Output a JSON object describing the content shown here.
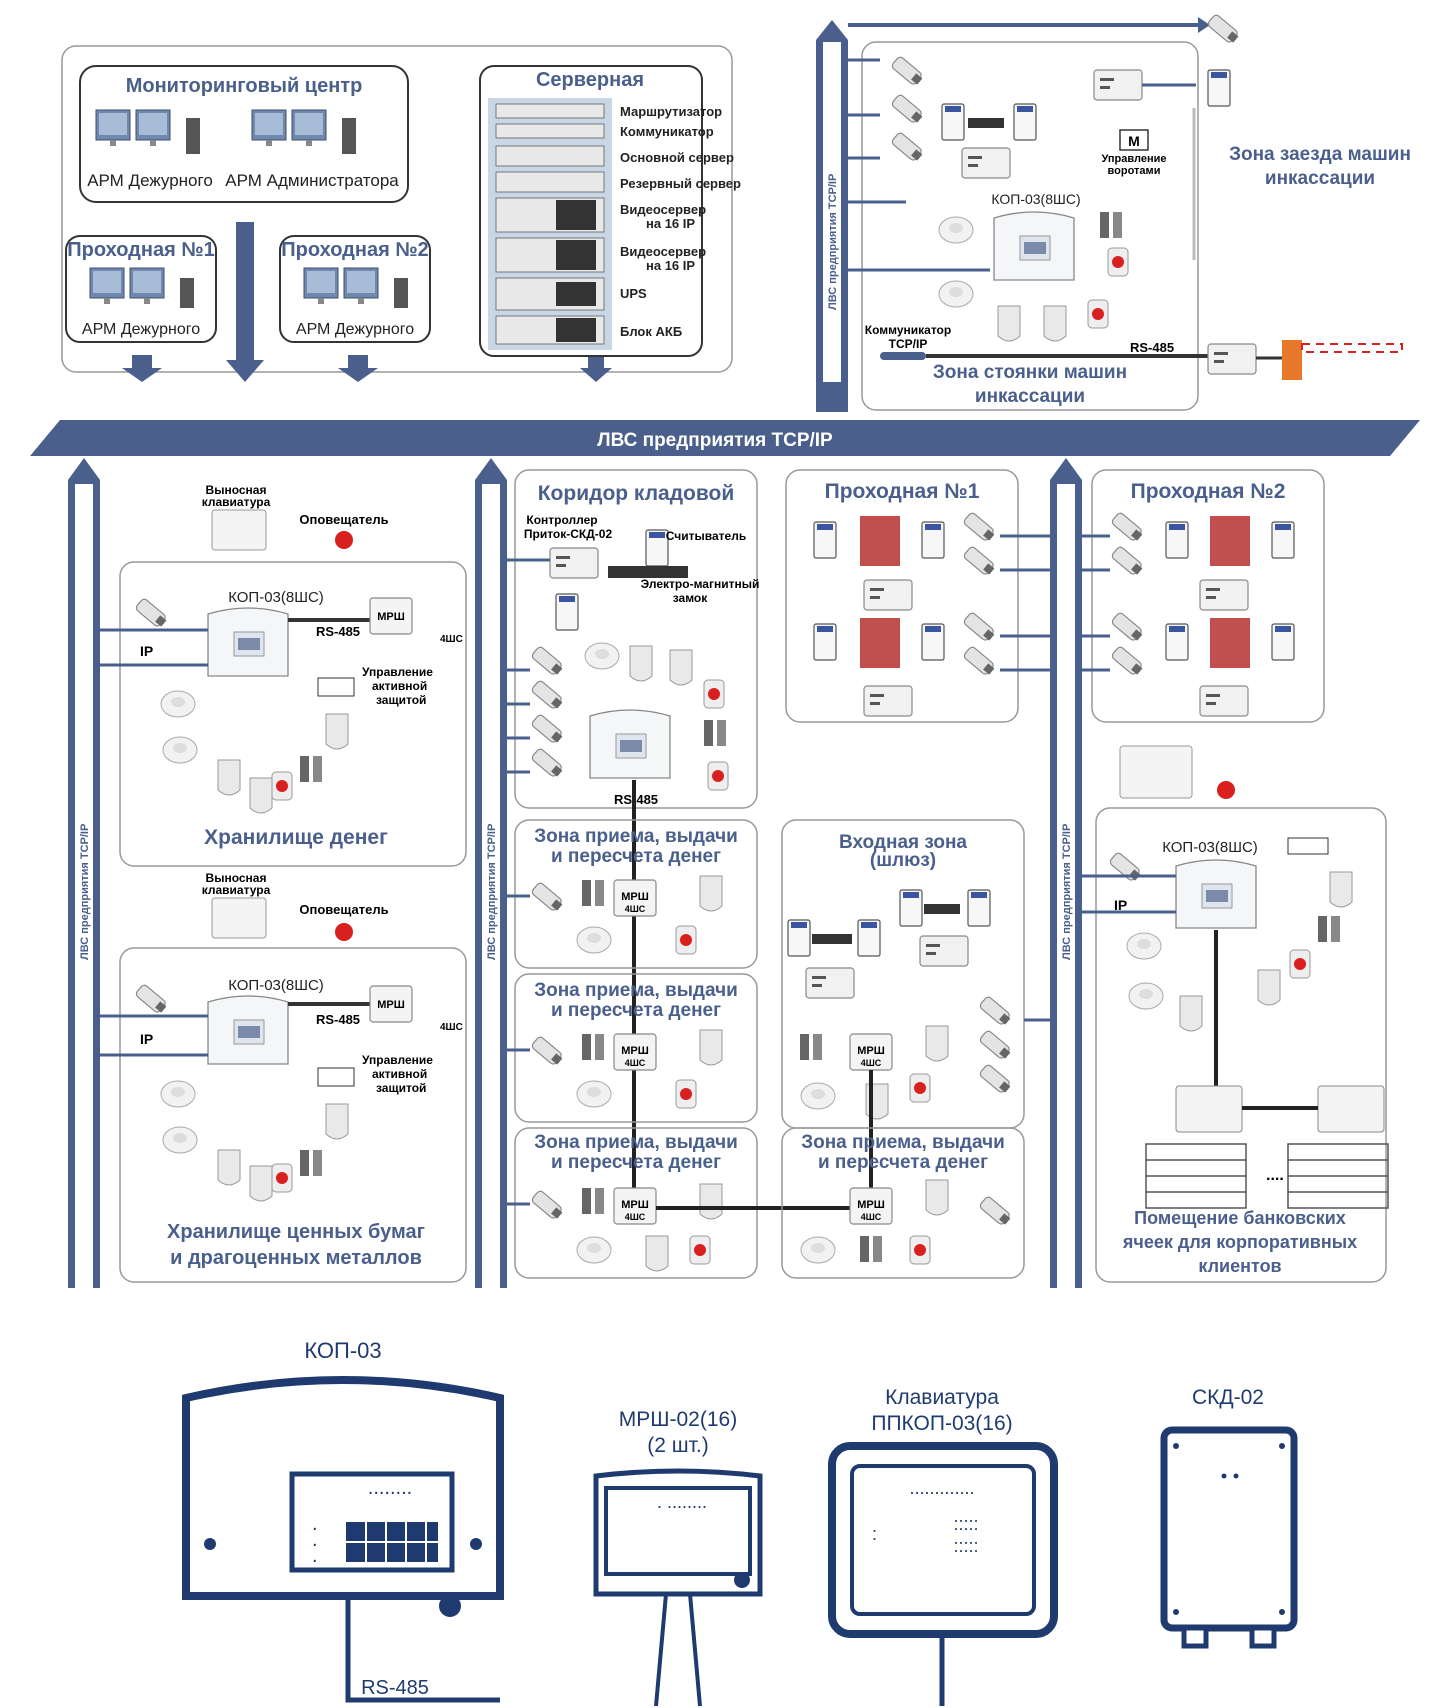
{
  "colors": {
    "navy": "#4a5f8c",
    "dark": "#1f3a6e",
    "line": "#333333",
    "frame": "#9a9a9a",
    "red": "#d9201f",
    "orange": "#e8782a",
    "gray": "#e8ecf2"
  },
  "top": {
    "monitoring": {
      "title": "Мониторинговый центр",
      "ws1": "АРМ Дежурного",
      "ws2": "АРМ Администратора"
    },
    "pass1": {
      "title": "Проходная №1",
      "ws": "АРМ Дежурного"
    },
    "pass2": {
      "title": "Проходная №2",
      "ws": "АРМ Дежурного"
    },
    "server": {
      "title": "Серверная",
      "items": [
        "Маршрутизатор",
        "Коммуникатор",
        "Основной сервер",
        "Резервный сервер",
        "Видеосервер",
        "на 16 IP",
        "Видеосервер",
        "на 16 IP",
        "UPS",
        "Блок АКБ"
      ]
    },
    "entry_zone": "Зона заезда машин",
    "entry_zone2": "инкассации",
    "gate_label": "М",
    "gate_ctrl": "Управление",
    "gate_ctrl2": "воротами",
    "kop_top": "КОП-03(8ШС)",
    "communicator": "Коммуникатор",
    "tcpip": "TCP/IP",
    "rs485": "RS-485",
    "parking": "Зона стоянки машин",
    "parking2": "инкассации"
  },
  "lan": "ЛВС предприятия TCP/IP",
  "lan_vertical": "ЛВС предприятия TCP/IP",
  "vault": {
    "keypad": "Выносная",
    "keypad2": "клавиатура",
    "siren": "Оповещатель",
    "kop": "КОП-03(8ШС)",
    "mrsh": "МРШ",
    "shs": "4ШС",
    "rs485": "RS-485",
    "ip": "IP",
    "active": "Управление",
    "active2": "активной",
    "active3": "защитой",
    "title1": "Хранилище денег",
    "title2": "Хранилище ценных бумаг",
    "title2b": "и драгоценных металлов"
  },
  "corridor": {
    "title": "Коридор кладовой",
    "ctrl": "Контроллер",
    "ctrl2": "Приток-СКД-02",
    "reader": "Считыватель",
    "lock": "Электро-магнитный",
    "lock2": "замок",
    "rs485": "RS-485"
  },
  "cash": {
    "l1": "Зона приема, выдачи",
    "l2": "и пересчета денег",
    "mrsh": "МРШ",
    "shs": "4ШС"
  },
  "pass_b1": "Проходная №1",
  "pass_b2": "Проходная №2",
  "entrance": {
    "l1": "Входная зона",
    "l2": "(шлюз)"
  },
  "cells": {
    "kop": "КОП-03(8ШС)",
    "ip": "IP",
    "l1": "Помещение банковских",
    "l2": "ячеек для корпоративных",
    "l3": "клиентов"
  },
  "legend": {
    "kop": "КОП-03",
    "rs485": "RS-485",
    "mrsh1": "МРШ-02(16)",
    "mrsh2": "(2 шт.)",
    "kb1": "Клавиатура",
    "kb2": "ППКОП-03(16)",
    "skd": "СКД-02"
  }
}
